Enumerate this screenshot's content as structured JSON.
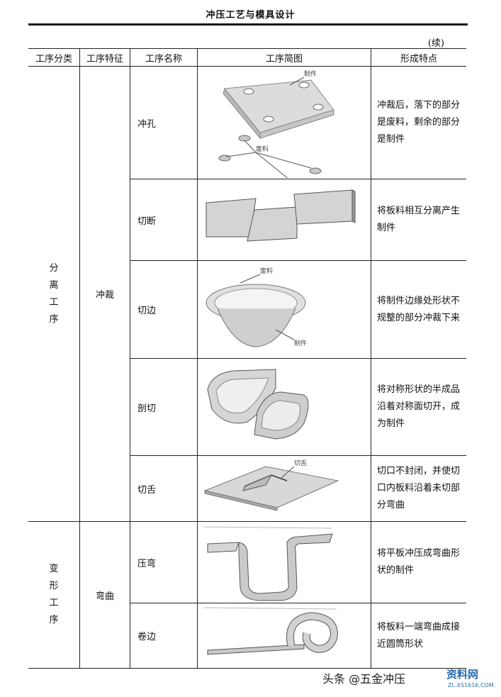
{
  "header": {
    "title": "冲压工艺与模具设计"
  },
  "continued": "(续)",
  "table": {
    "columns": [
      "工序分类",
      "工序特征",
      "工序名称",
      "工序简图",
      "形成特点"
    ],
    "groups": [
      {
        "category": "分离工序",
        "feature": "冲裁",
        "rows": [
          {
            "name": "冲孔",
            "desc": "冲裁后，落下的部分是废料，剩余的部分是制件",
            "labels": [
              "制件",
              "废料"
            ]
          },
          {
            "name": "切断",
            "desc": "将板料相互分离产生制件",
            "labels": []
          },
          {
            "name": "切边",
            "desc": "将制件边缘处形状不规整的部分冲裁下来",
            "labels": [
              "废料",
              "制件"
            ]
          },
          {
            "name": "剖切",
            "desc": "将对称形状的半成品沿着对称面切开，成为制件",
            "labels": []
          },
          {
            "name": "切舌",
            "desc": "切口不封闭，并使切口内板料沿着未切部分弯曲",
            "labels": [
              "切舌"
            ]
          }
        ]
      },
      {
        "category": "变形工序",
        "feature": "弯曲",
        "rows": [
          {
            "name": "压弯",
            "desc": "将平板冲压成弯曲形状的制件",
            "labels": []
          },
          {
            "name": "卷边",
            "desc": "将板料一端弯曲成接近圆筒形状",
            "labels": []
          }
        ]
      }
    ]
  },
  "watermark": {
    "text": "头条 @五金冲压",
    "site": "资料网",
    "url": "ZL.XS1616.COM"
  }
}
